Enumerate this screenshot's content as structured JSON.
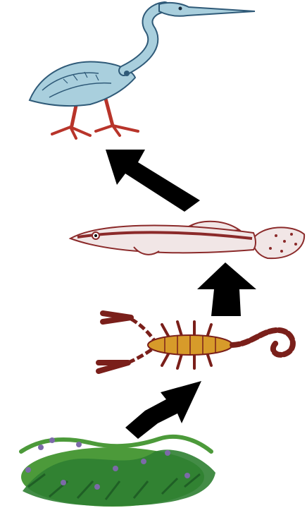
{
  "diagram": {
    "type": "food-chain",
    "nodes": [
      {
        "id": "heron",
        "icon": "heron-illustration"
      },
      {
        "id": "fish",
        "icon": "fish-illustration"
      },
      {
        "id": "scorpion",
        "icon": "scorpion-illustration"
      },
      {
        "id": "plants",
        "icon": "plants-illustration"
      }
    ],
    "edges": [
      {
        "from": "plants",
        "to": "scorpion"
      },
      {
        "from": "scorpion",
        "to": "fish"
      },
      {
        "from": "fish",
        "to": "heron"
      }
    ],
    "colors": {
      "arrow": "#000000",
      "heron_body": "#a9cfdd",
      "heron_outline": "#2f5a78",
      "heron_legs": "#b8342a",
      "fish_body": "#f1e6e6",
      "fish_stripe": "#8b2a2a",
      "scorpion_body": "#d79b2a",
      "scorpion_dark": "#7a1f1a",
      "plant_green": "#4c9a3a",
      "plant_dark": "#1f5f25",
      "plant_purple": "#7c6aa8"
    }
  }
}
